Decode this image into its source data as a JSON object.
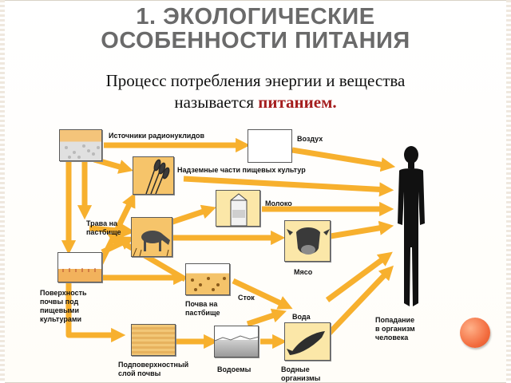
{
  "title": {
    "line1": "1. ЭКОЛОГИЧЕСКИЕ",
    "line2": "ОСОБЕННОСТИ ПИТАНИЯ"
  },
  "subtitle": {
    "line1": "Процесс потребления энергии и вещества",
    "line2_prefix": "называется",
    "line2_emphasis": "питанием."
  },
  "diagram": {
    "labels": {
      "sources": "Источники радионуклидов",
      "air": "Воздух",
      "crops": "Надземные части пищевых культур",
      "milk": "Молоко",
      "pasture_grass_1": "Трава на",
      "pasture_grass_2": "пастбище",
      "meat": "Мясо",
      "soil_surface_1": "Поверхность",
      "soil_surface_2": "почвы под",
      "soil_surface_3": "пищевыми",
      "soil_surface_4": "культурами",
      "pasture_soil_1": "Почва на",
      "pasture_soil_2": "пастбище",
      "runoff": "Сток",
      "water": "Вода",
      "subsurface_1": "Подповерхностный",
      "subsurface_2": "слой почвы",
      "reservoirs": "Водоемы",
      "aquatic_1": "Водные",
      "aquatic_2": "организмы",
      "human_1": "Попадание",
      "human_2": "в организм",
      "human_3": "человека"
    },
    "colors": {
      "arrow": "#f7b02e",
      "arrow_light": "#fbd27a",
      "box_fill": "#fbe7a8",
      "title_gray": "#6a6a6a",
      "emphasis_red": "#a51e1e",
      "accent_orange": "#f26a3c"
    }
  }
}
